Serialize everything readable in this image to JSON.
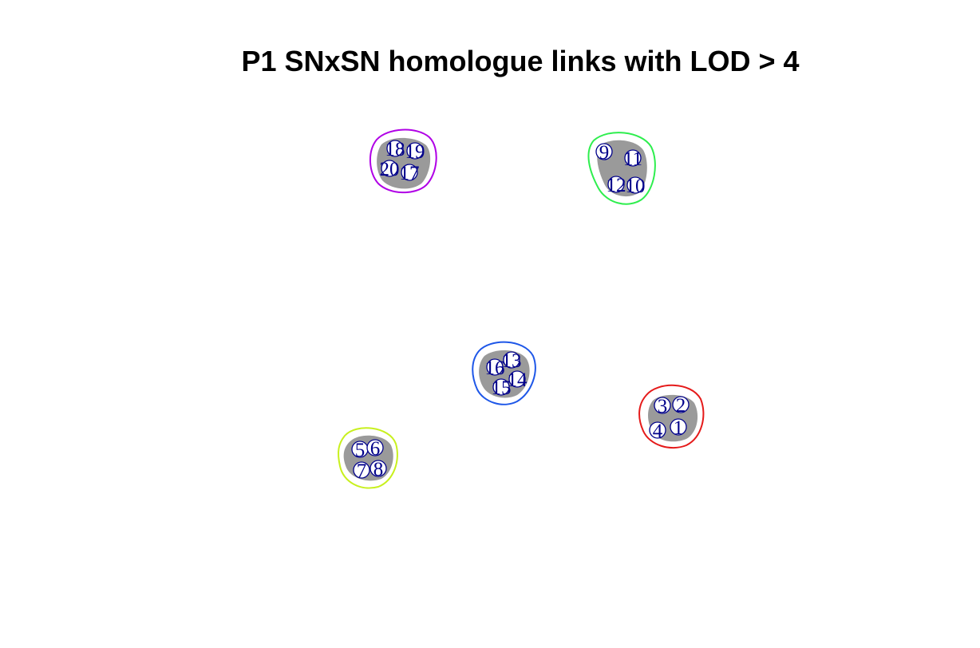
{
  "title": "P1 SNxSN homologue links with LOD > 4",
  "groups": [
    {
      "name": "group-1",
      "color": "#B000E6",
      "nodes": [
        "18",
        "19",
        "20",
        "17"
      ]
    },
    {
      "name": "group-2",
      "color": "#2EEE4E",
      "nodes": [
        "9",
        "11",
        "12",
        "10"
      ]
    },
    {
      "name": "group-3",
      "color": "#1E57E8",
      "nodes": [
        "16",
        "13",
        "14",
        "15"
      ]
    },
    {
      "name": "group-4",
      "color": "#E51A1A",
      "nodes": [
        "3",
        "2",
        "4",
        "1"
      ]
    },
    {
      "name": "group-5",
      "color": "#C8F01E",
      "nodes": [
        "5",
        "6",
        "7",
        "8"
      ]
    }
  ],
  "node_style": {
    "fill": "#ffffff",
    "stroke": "#00008B",
    "label_color": "#00008B",
    "blob_color": "#9a9a9a"
  }
}
